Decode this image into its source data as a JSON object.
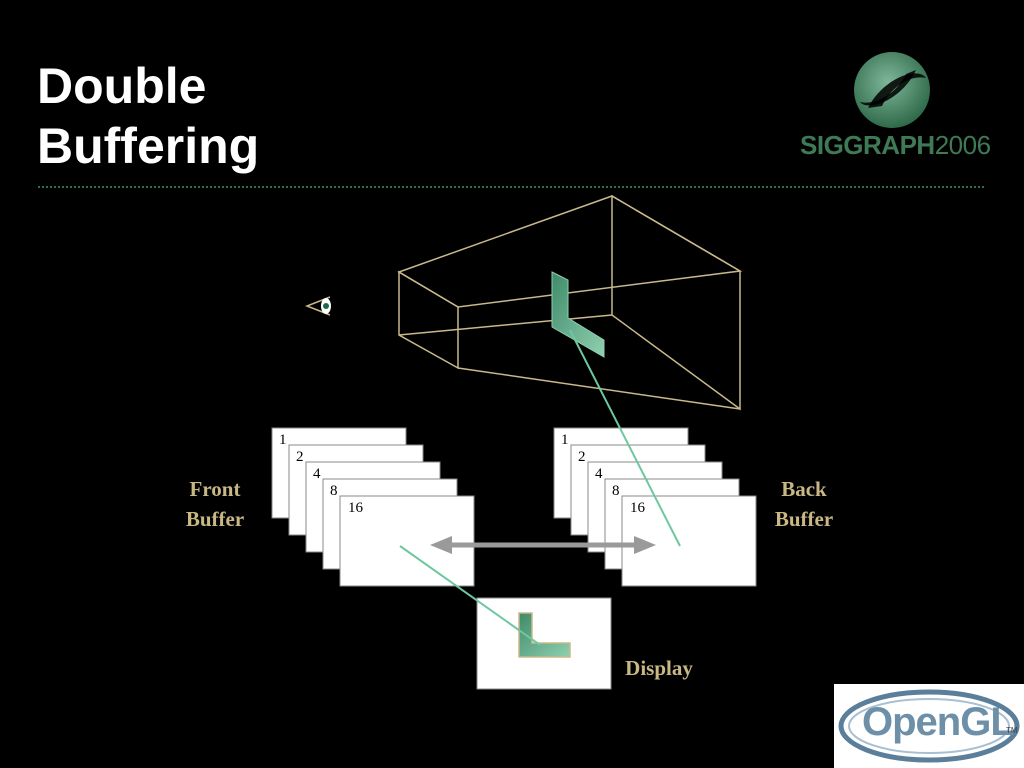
{
  "slide": {
    "title_line1": "Double",
    "title_line2": "Buffering"
  },
  "logos": {
    "siggraph_bold": "SIGGRAPH",
    "siggraph_year": "2006",
    "opengl": "OpenGL",
    "opengl_tm": "TM"
  },
  "diagram": {
    "front_buffer_line1": "Front",
    "front_buffer_line2": "Buffer",
    "back_buffer_line1": "Back",
    "back_buffer_line2": "Buffer",
    "display_label": "Display",
    "front_frames": [
      "1",
      "2",
      "4",
      "8",
      "16"
    ],
    "back_frames": [
      "1",
      "2",
      "4",
      "8",
      "16"
    ]
  },
  "colors": {
    "background": "#000000",
    "title": "#ffffff",
    "label": "#c9b884",
    "frustum": "#c8b98a",
    "accent_green": "#5fae8a",
    "swap_arrow": "#9a9a9a",
    "siggraph_green": "#3e7a55"
  }
}
